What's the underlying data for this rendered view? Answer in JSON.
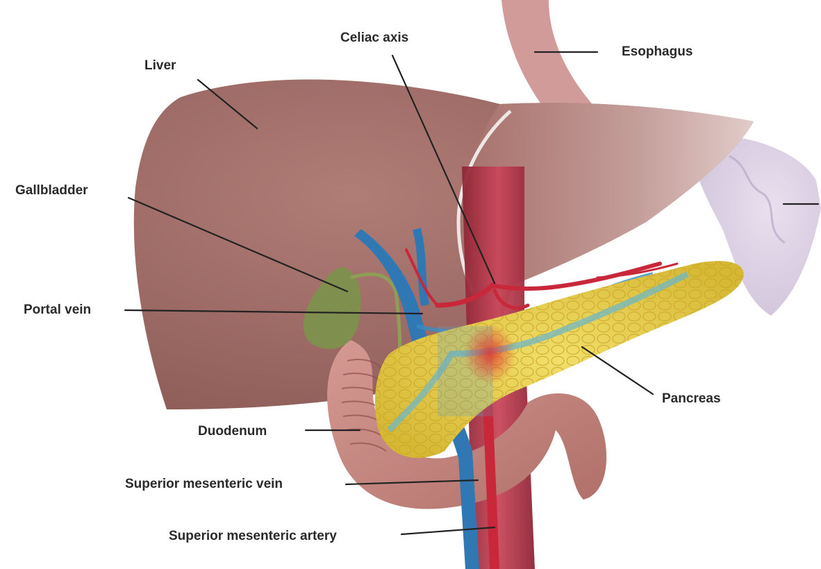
{
  "labels": {
    "liver": "Liver",
    "celiac_axis": "Celiac axis",
    "esophagus": "Esophagus",
    "gallbladder": "Gallbladder",
    "portal_vein": "Portal vein",
    "pancreas": "Pancreas",
    "duodenum": "Duodenum",
    "superior_mesenteric_vein": "Superior mesenteric vein",
    "superior_mesenteric_artery": "Superior mesenteric artery"
  },
  "colors": {
    "liver": "#9c6863",
    "liver_right": "#c9a4a0",
    "stomach": "#d8cde0",
    "gallbladder": "#7f8f4e",
    "pancreas": "#e8d04a",
    "duodenum": "#c98882",
    "aorta": "#b83a4c",
    "vein": "#2f78b4",
    "artery": "#c8283a"
  }
}
